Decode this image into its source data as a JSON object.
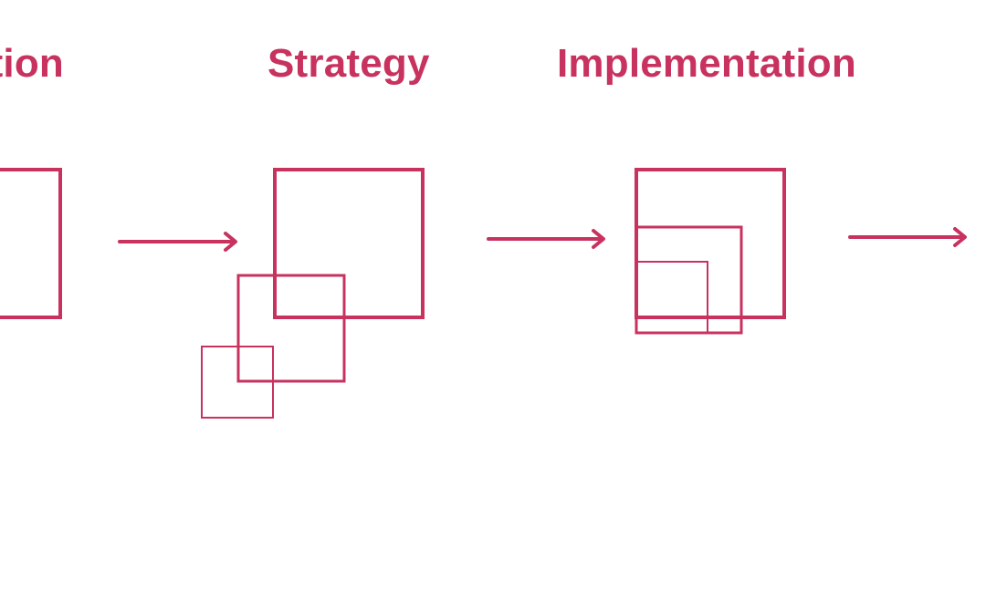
{
  "colors": {
    "accent": "#c8325f",
    "background": "#ffffff"
  },
  "stages": [
    {
      "title": "tion"
    },
    {
      "title": "Strategy"
    },
    {
      "title": "Implementation"
    }
  ]
}
